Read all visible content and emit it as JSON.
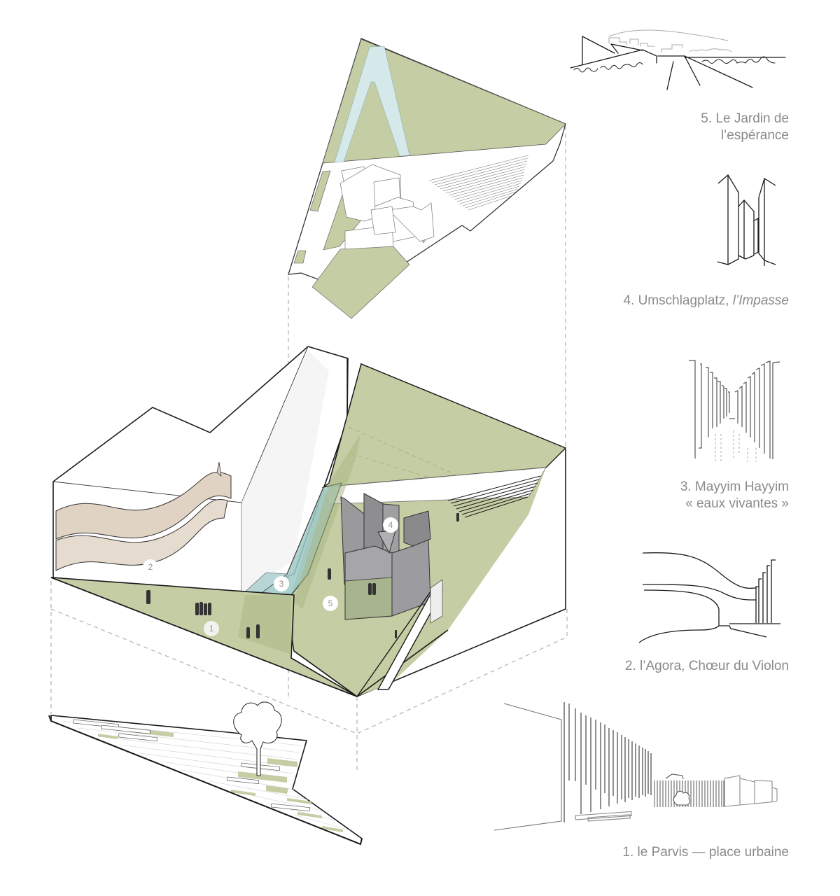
{
  "colors": {
    "grass": "#c5cda4",
    "grass_dark": "#a9b887",
    "water": "#d6e9ea",
    "water_deep": "#9fc9c6",
    "memorial_wall": "#9a9a9c",
    "violin_wall": "#e0d3c4",
    "line": "#1a1a1a",
    "caption_text": "#8a8a8a",
    "dashed": "#b0b0b0"
  },
  "diagram": {
    "layers": [
      {
        "id": "top-plan",
        "label": "Jardin layer (exploded top)"
      },
      {
        "id": "main-volume",
        "label": "Main axonometric volume"
      },
      {
        "id": "parvis-plan",
        "label": "Parvis layer (exploded bottom)"
      }
    ],
    "markers": [
      {
        "id": "1",
        "label": "1"
      },
      {
        "id": "2",
        "label": "2"
      },
      {
        "id": "3",
        "label": "3"
      },
      {
        "id": "4",
        "label": "4"
      },
      {
        "id": "5",
        "label": "5"
      }
    ]
  },
  "captions": [
    {
      "id": "5",
      "line1": "5. Le Jardin de",
      "line2": "l’espérance"
    },
    {
      "id": "4",
      "prefix": "4. Umschlagplatz, ",
      "italic": "l’Impasse"
    },
    {
      "id": "3",
      "line1": "3. Mayyim Hayyim",
      "line2": "« eaux vivantes »"
    },
    {
      "id": "2",
      "line1": "2. l’Agora, Chœur du Violon"
    },
    {
      "id": "1",
      "line1": "1. le Parvis — place urbaine"
    }
  ],
  "sketches": [
    {
      "id": "5",
      "name": "garden-panorama-sketch"
    },
    {
      "id": "4",
      "name": "impasse-walls-sketch"
    },
    {
      "id": "3",
      "name": "water-corridor-sketch"
    },
    {
      "id": "2",
      "name": "violin-wall-sketch"
    },
    {
      "id": "1",
      "name": "parvis-fence-sketch"
    }
  ]
}
